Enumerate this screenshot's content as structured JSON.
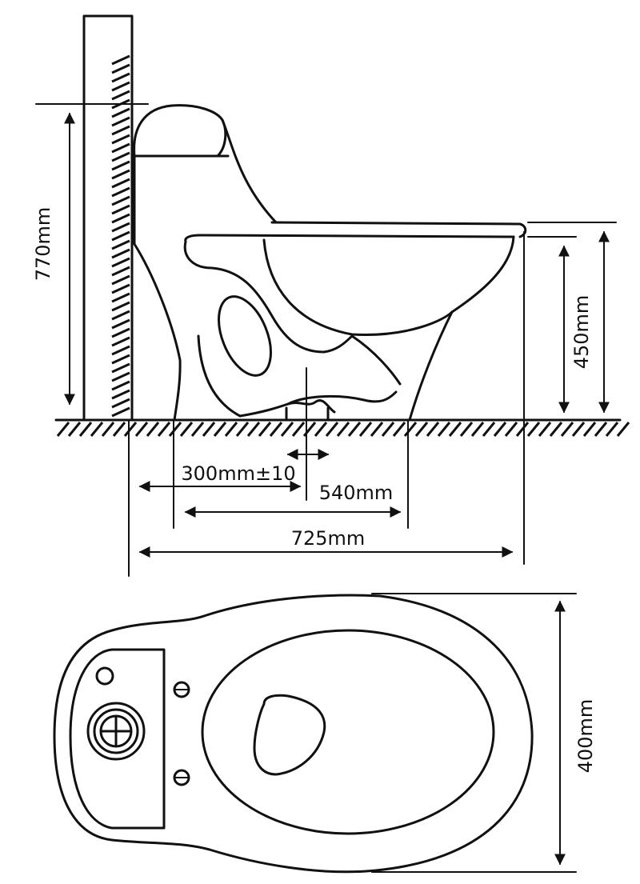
{
  "dimensions": {
    "total_height": "770mm",
    "seat_height": "450mm",
    "rough_in": "300mm±10",
    "base_length": "540mm",
    "total_length": "725mm",
    "width": "400mm"
  }
}
